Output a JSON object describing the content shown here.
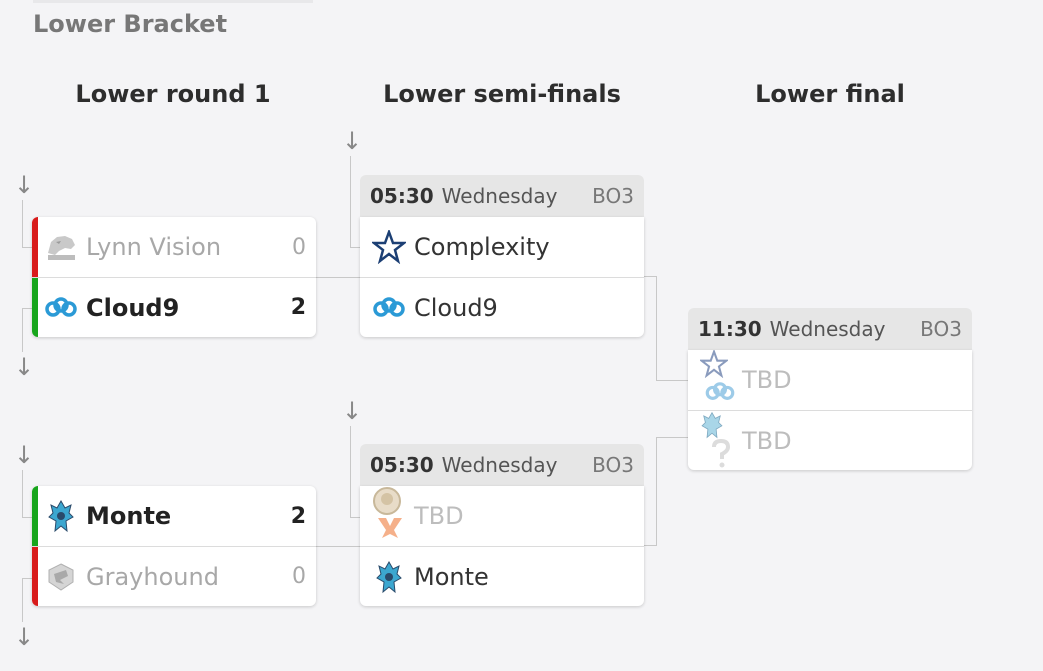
{
  "section_title": "Lower Bracket",
  "rounds": [
    "Lower round 1",
    "Lower semi-finals",
    "Lower final"
  ],
  "arrow_glyph": "↓",
  "round1": [
    {
      "teams": [
        {
          "name": "Lynn Vision",
          "score": "0",
          "result": "lose",
          "logo": "lynn-vision-logo"
        },
        {
          "name": "Cloud9",
          "score": "2",
          "result": "win",
          "logo": "cloud9-logo"
        }
      ]
    },
    {
      "teams": [
        {
          "name": "Monte",
          "score": "2",
          "result": "win",
          "logo": "monte-logo"
        },
        {
          "name": "Grayhound",
          "score": "0",
          "result": "lose",
          "logo": "grayhound-logo"
        }
      ]
    }
  ],
  "semis": [
    {
      "time": "05:30",
      "day": "Wednesday",
      "format": "BO3",
      "teams": [
        {
          "name": "Complexity",
          "logo": "complexity-logo"
        },
        {
          "name": "Cloud9",
          "logo": "cloud9-logo"
        }
      ]
    },
    {
      "time": "05:30",
      "day": "Wednesday",
      "format": "BO3",
      "teams": [
        {
          "name": "TBD",
          "logo": "ence-fnatic-logos"
        },
        {
          "name": "Monte",
          "logo": "monte-logo"
        }
      ]
    }
  ],
  "final": {
    "time": "11:30",
    "day": "Wednesday",
    "format": "BO3",
    "teams": [
      {
        "name": "TBD",
        "logo": "complexity-cloud9-logos"
      },
      {
        "name": "TBD",
        "logo": "monte-unknown-logos"
      }
    ]
  },
  "colors": {
    "win": "#17a51c",
    "lose": "#d81b1b",
    "cloud9": "#2b9ad6",
    "complexity": "#1c3f74",
    "monte": "#3ca7d0"
  }
}
